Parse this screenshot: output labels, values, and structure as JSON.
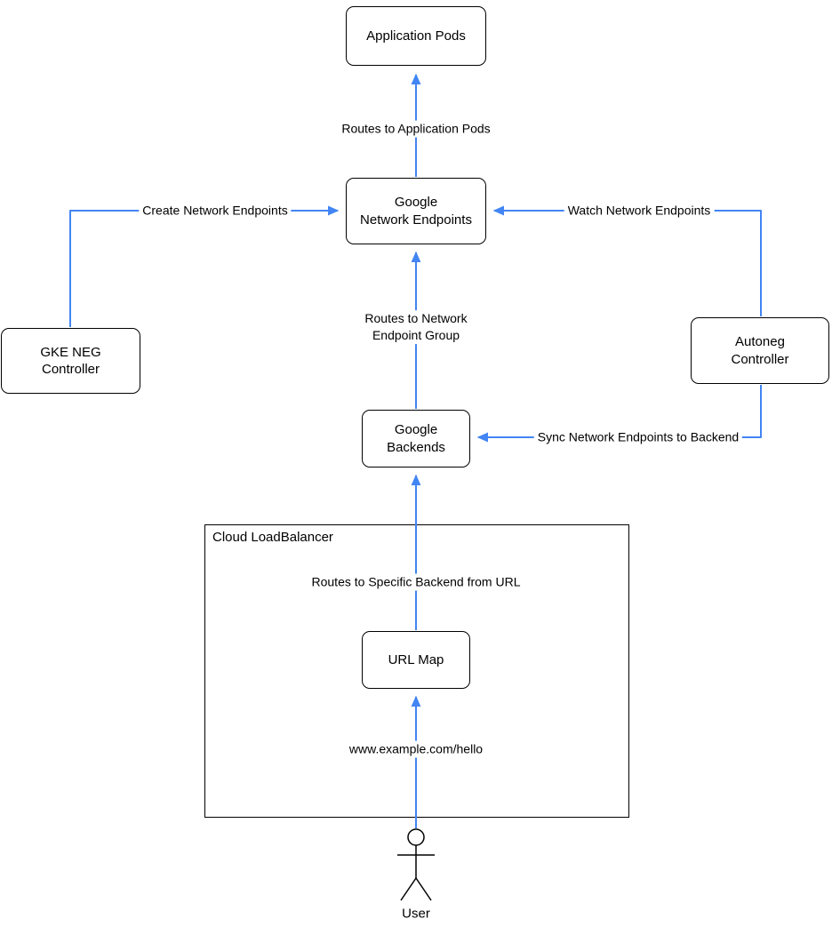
{
  "diagram": {
    "nodes": {
      "application_pods": {
        "label": "Application Pods"
      },
      "google_network_endpoints": {
        "line1": "Google",
        "line2": "Network Endpoints"
      },
      "gke_neg_controller": {
        "line1": "GKE NEG",
        "line2": "Controller"
      },
      "autoneg_controller": {
        "line1": "Autoneg",
        "line2": "Controller"
      },
      "google_backends": {
        "line1": "Google",
        "line2": "Backends"
      },
      "url_map": {
        "label": "URL Map"
      },
      "cloud_loadbalancer": {
        "label": "Cloud LoadBalancer"
      },
      "user": {
        "label": "User"
      }
    },
    "edge_labels": {
      "routes_to_application_pods": "Routes to Application Pods",
      "create_network_endpoints": "Create Network Endpoints",
      "watch_network_endpoints": "Watch Network Endpoints",
      "routes_to_network_endpoint_group_line1": "Routes to Network",
      "routes_to_network_endpoint_group_line2": "Endpoint Group",
      "sync_network_endpoints_to_backend": "Sync Network Endpoints to Backend",
      "routes_to_specific_backend_from_url": "Routes to Specific Backend from URL",
      "url_request": "www.example.com/hello"
    },
    "colors": {
      "arrow": "#4285f4",
      "node_border": "#000000",
      "node_fill": "#ffffff"
    }
  }
}
